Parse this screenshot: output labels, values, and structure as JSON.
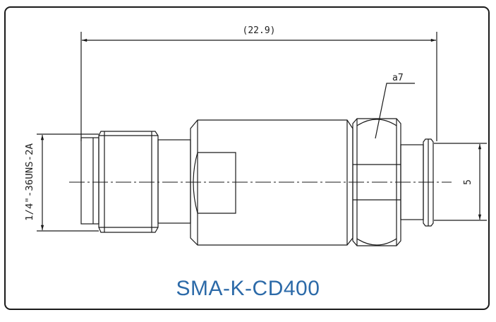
{
  "dimensions": {
    "overall_length": "(22.9)",
    "hex_size": "a7",
    "thread_spec": "1/4\"-36UNS-2A",
    "pin_dimension": "5"
  },
  "title": "SMA-K-CD400",
  "colors": {
    "line": "#1a1a1a",
    "title": "#2c6aa8"
  }
}
